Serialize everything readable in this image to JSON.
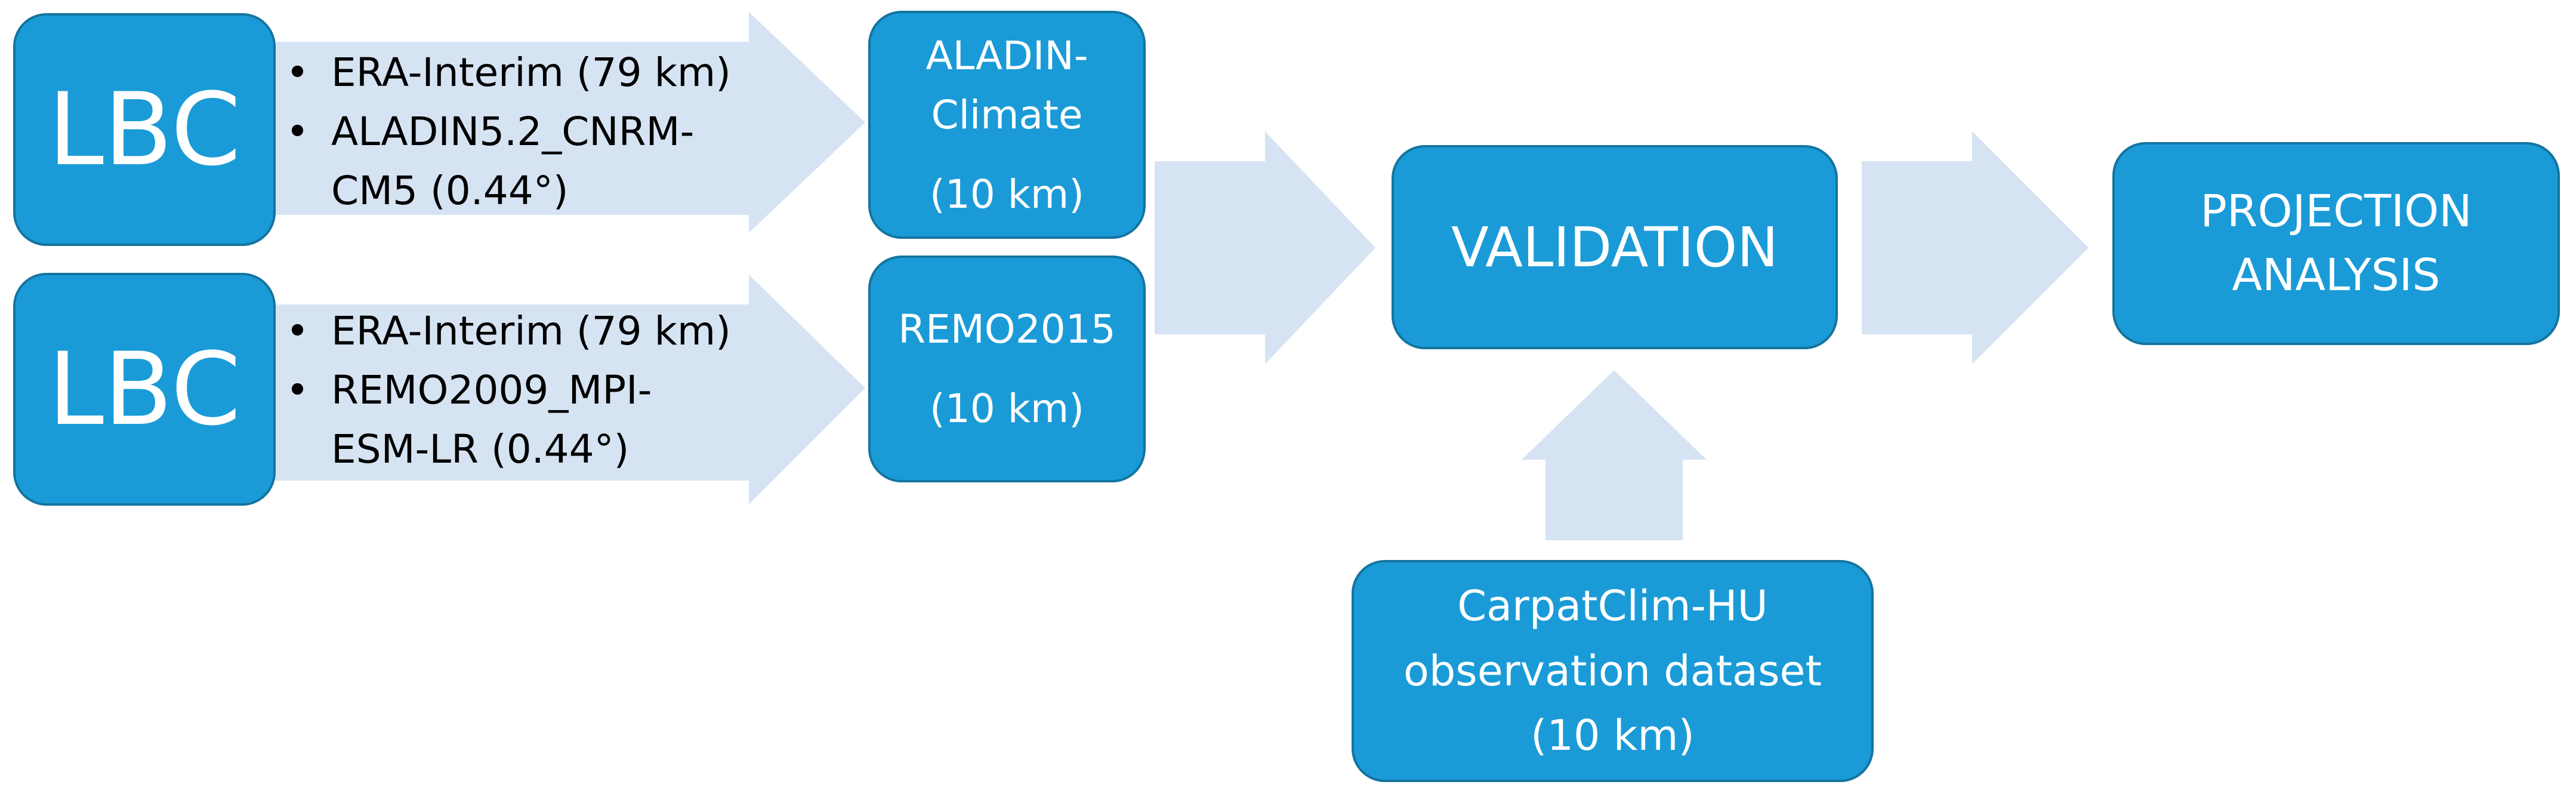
{
  "colors": {
    "box_fill": "#1a9bd7",
    "box_border": "#14749f",
    "arrow_fill": "#d6e3f3",
    "box_text": "#ffffff",
    "bullet_text": "#000000"
  },
  "lbc_rows": [
    {
      "label": "LBC",
      "bullets": [
        "ERA-Interim (79 km)",
        "ALADIN5.2_CNRM-",
        "CM5 (0.44°)"
      ]
    },
    {
      "label": "LBC",
      "bullets": [
        "ERA-Interim (79 km)",
        "REMO2009_MPI-",
        "ESM-LR (0.44°)"
      ]
    }
  ],
  "models": [
    {
      "line1": "ALADIN-",
      "line2": "Climate",
      "resolution": "(10 km)"
    },
    {
      "line1": "REMO2015",
      "resolution": "(10 km)"
    }
  ],
  "validation": {
    "label": "VALIDATION"
  },
  "projection": {
    "line1": "PROJECTION",
    "line2": "ANALYSIS"
  },
  "observation": {
    "line1": "CarpatClim-HU",
    "line2": "observation dataset",
    "line3": "(10 km)"
  }
}
